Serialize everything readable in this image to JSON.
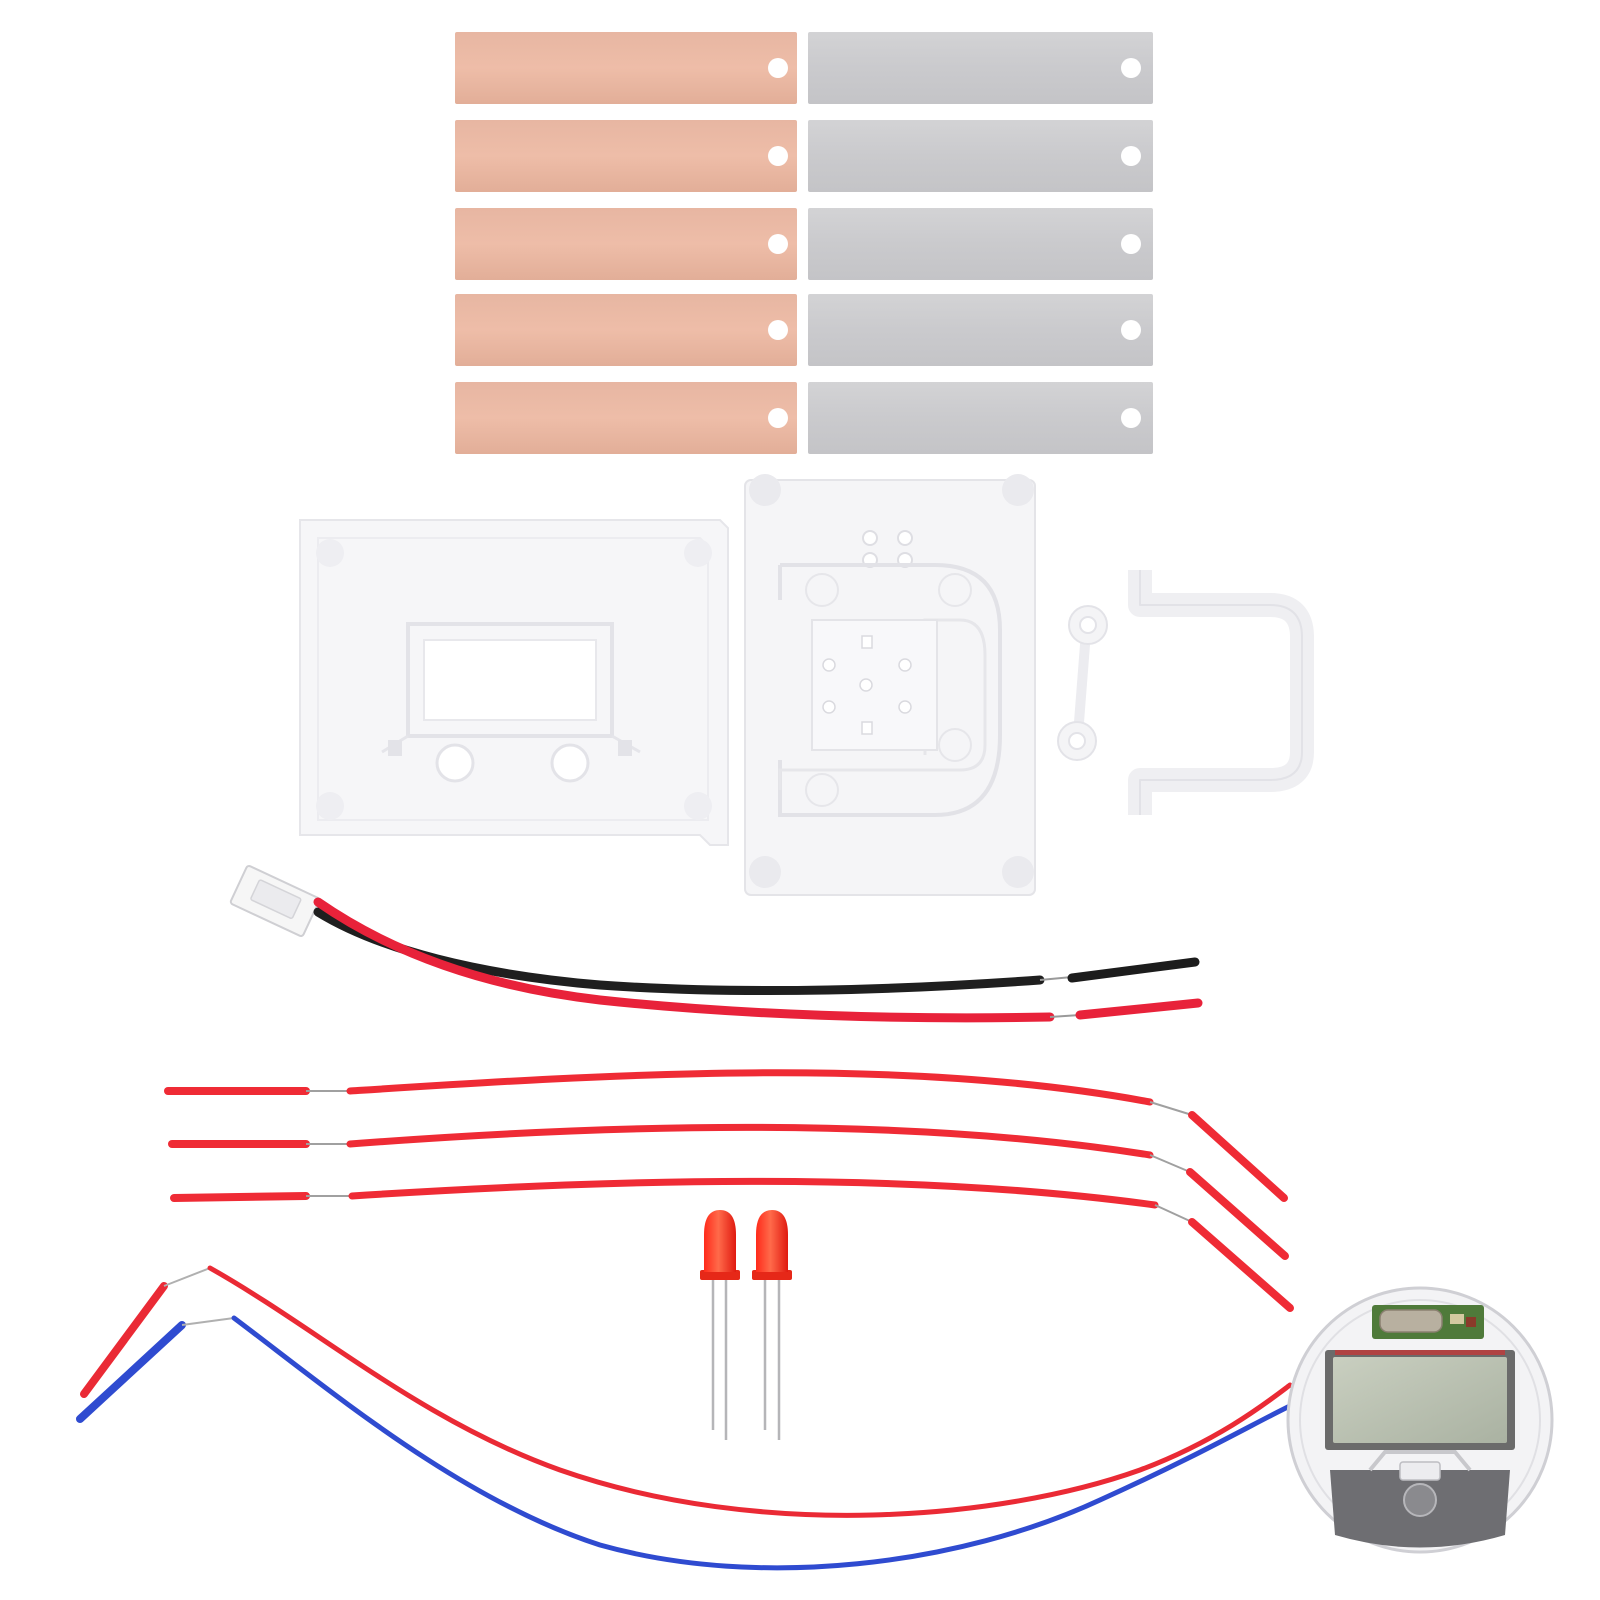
{
  "scene": {
    "background": "#ffffff",
    "components": [
      {
        "name": "copper-electrode-strips",
        "count": 5,
        "color": "#e8b8a4"
      },
      {
        "name": "zinc-electrode-strips",
        "count": 5,
        "color": "#cfcfd1"
      },
      {
        "name": "transparent-case-front",
        "color": "#f4f4f6"
      },
      {
        "name": "transparent-case-back",
        "color": "#f4f4f6"
      },
      {
        "name": "transparent-bracket",
        "color": "#f2f2f4"
      },
      {
        "name": "transparent-link-piece",
        "color": "#f2f2f4"
      },
      {
        "name": "connector-cable-red-black",
        "colors": [
          "#e8223a",
          "#1f1f1f"
        ]
      },
      {
        "name": "red-jumper-wires",
        "count": 3,
        "color": "#ef2b35"
      },
      {
        "name": "red-led",
        "count": 2,
        "color": "#ff3a24"
      },
      {
        "name": "lcd-module-with-leads",
        "lead_colors": [
          "#ea2a35",
          "#2f4bd0"
        ]
      }
    ]
  }
}
